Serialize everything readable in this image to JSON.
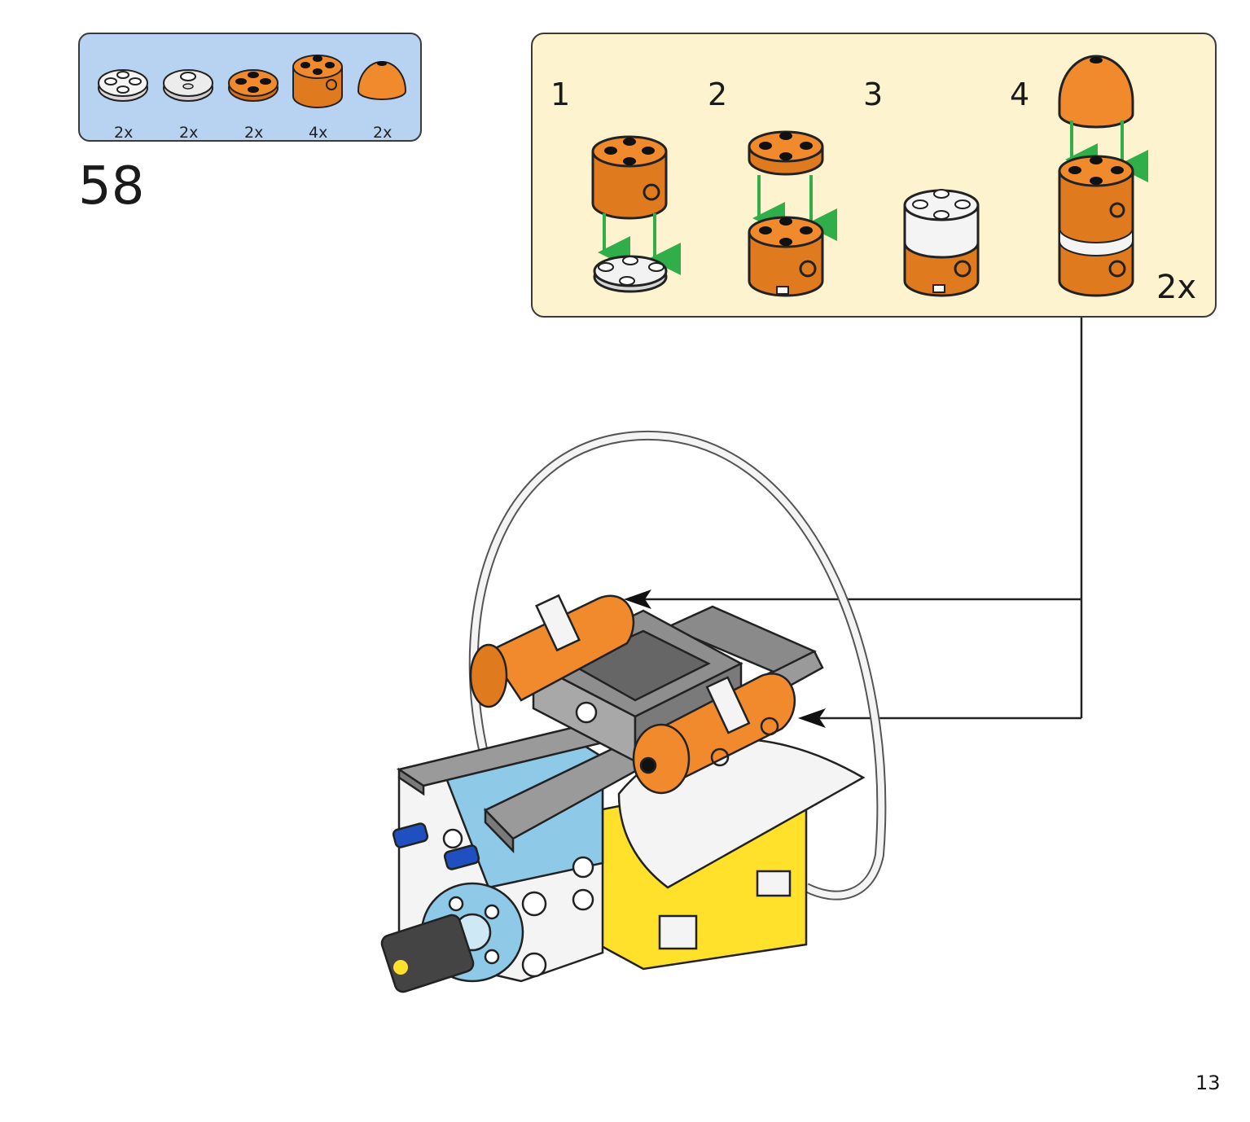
{
  "parts_list": [
    {
      "name": "white round plate 2x2 with studs",
      "qty": "2x",
      "color": "#f2f2f2"
    },
    {
      "name": "white round plate 2x2",
      "qty": "2x",
      "color": "#e8e8e8"
    },
    {
      "name": "orange round plate 2x2",
      "qty": "2x",
      "color": "#f08a2c"
    },
    {
      "name": "orange round brick 2x2",
      "qty": "4x",
      "color": "#f08a2c"
    },
    {
      "name": "orange dome 2x2",
      "qty": "2x",
      "color": "#f08a2c"
    }
  ],
  "step_number": "58",
  "sub_steps": {
    "labels": [
      "1",
      "2",
      "3",
      "4"
    ],
    "multiplier": "2x"
  },
  "page_number": "13",
  "colors": {
    "parts_bg": "#b7d3f1",
    "substep_bg": "#fdf3cf",
    "orange": "#f08a2c",
    "arrow_green": "#2fae4a",
    "yellow": "#ffe02a",
    "light_blue": "#8fc9e8",
    "gray": "#8e8e8e"
  }
}
